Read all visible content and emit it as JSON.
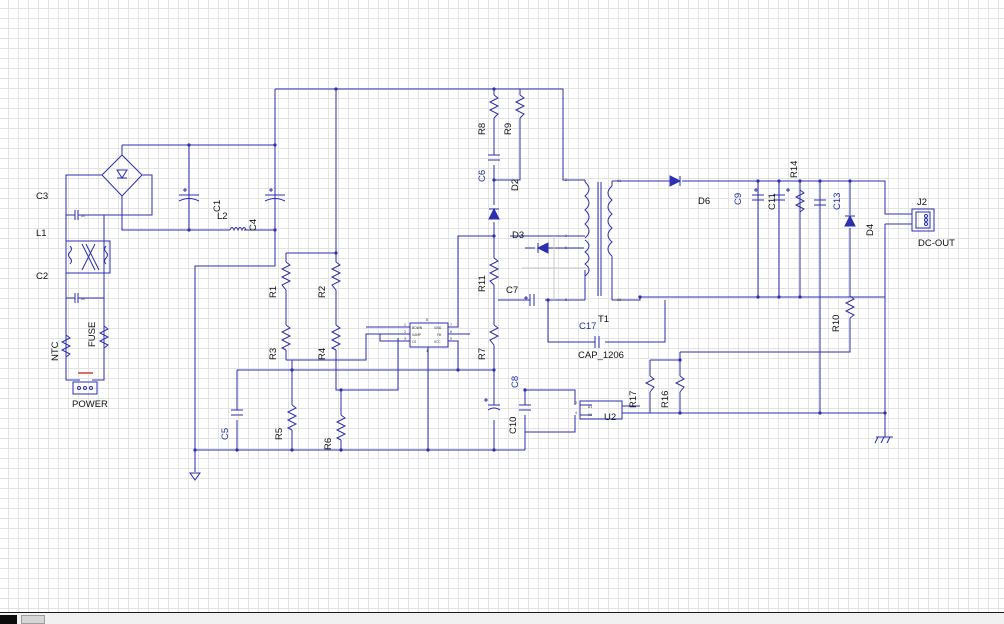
{
  "schematic": {
    "components": {
      "C3": "C3",
      "L1": "L1",
      "C2": "C2",
      "NTC": "NTC",
      "FUSE": "FUSE",
      "POWER": "POWER",
      "C1": "C1",
      "L2": "L2",
      "C4": "C4",
      "C5": "C5",
      "R1": "R1",
      "R2": "R2",
      "R3": "R3",
      "R4": "R4",
      "R5": "R5",
      "R6": "R6",
      "R7": "R7",
      "R8": "R8",
      "R9": "R9",
      "R10": "R10",
      "R11": "R11",
      "R14": "R14",
      "R16": "R16",
      "R17": "R17",
      "C6": "C6",
      "C7": "C7",
      "C8": "C8",
      "C9": "C9",
      "C10": "C10",
      "C11": "C11",
      "C13": "C13",
      "C17": "C17",
      "D2": "D2",
      "D3": "D3",
      "D4": "D4",
      "D6": "D6",
      "T1": "T1",
      "U2": "U2",
      "J2": "J2",
      "CAP_1206": "CAP_1206",
      "DC_OUT": "DC-OUT"
    },
    "ic_pins": {
      "bown": "BOWN",
      "gnd": "GND",
      "samp": "SAMP",
      "fb": "FB",
      "cs": "CS",
      "vcc": "VCC",
      "p1": "1",
      "p2": "2",
      "p3": "3",
      "p4": "4",
      "p5": "5",
      "p6": "6",
      "p7": "7",
      "p8": "8"
    },
    "opto_pins": {
      "a1": "A1",
      "a2": "A2",
      "p3": "3",
      "p4": "4"
    }
  },
  "colors": {
    "wire": "#2b2fb0",
    "grid": "#e3e3e3",
    "text": "#111111",
    "blue_label": "#1c2fa8"
  }
}
